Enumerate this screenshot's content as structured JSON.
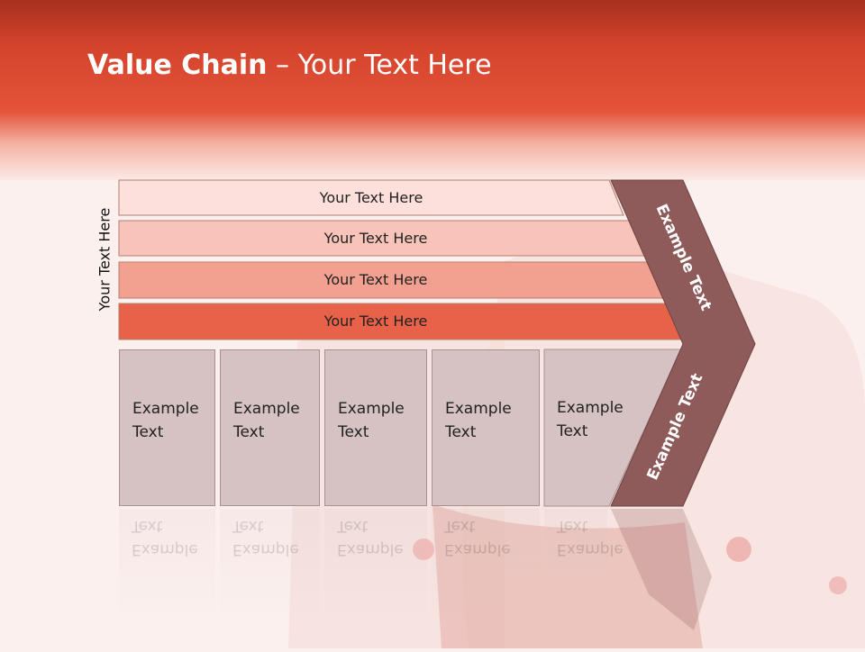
{
  "slide": {
    "title_bold": "Value Chain",
    "title_rest": " – Your Text Here",
    "side_label": "Your Text Here"
  },
  "tiers": [
    {
      "label": "Your Text Here",
      "color": "#fde0dc"
    },
    {
      "label": "Your Text Here",
      "color": "#f8c3b8"
    },
    {
      "label": "Your Text Here",
      "color": "#f2a090"
    },
    {
      "label": "Your Text Here",
      "color": "#e8624a"
    }
  ],
  "boxes": [
    {
      "line1": "Example",
      "line2": "Text"
    },
    {
      "line1": "Example",
      "line2": "Text"
    },
    {
      "line1": "Example",
      "line2": "Text"
    },
    {
      "line1": "Example",
      "line2": "Text"
    },
    {
      "line1": "Example",
      "line2": "Text"
    }
  ],
  "chevron": {
    "upper_label": "Example Text",
    "lower_label": "Example Text",
    "color": "#8e5a5a"
  }
}
